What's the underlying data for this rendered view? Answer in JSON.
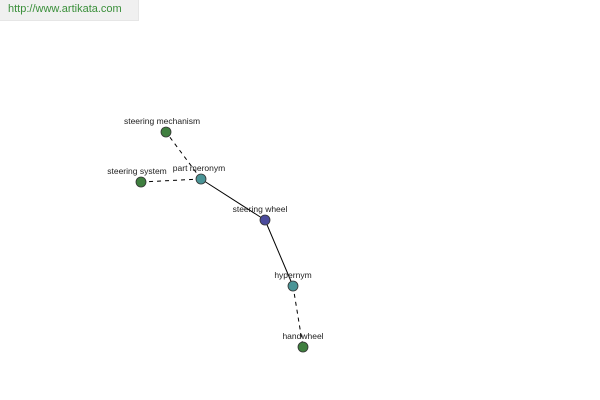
{
  "banner": {
    "url": "http://www.artikata.com"
  },
  "colors": {
    "central_node": "#4b4b9c",
    "relation_node": "#4a9496",
    "term_node": "#3f7f3f",
    "url_text": "#3a8f3a"
  },
  "graph": {
    "central": "steering wheel",
    "relations": [
      {
        "relation": "part meronym",
        "terms": [
          "steering mechanism",
          "steering system"
        ]
      },
      {
        "relation": "hypernym",
        "terms": [
          "handwheel"
        ]
      }
    ]
  }
}
